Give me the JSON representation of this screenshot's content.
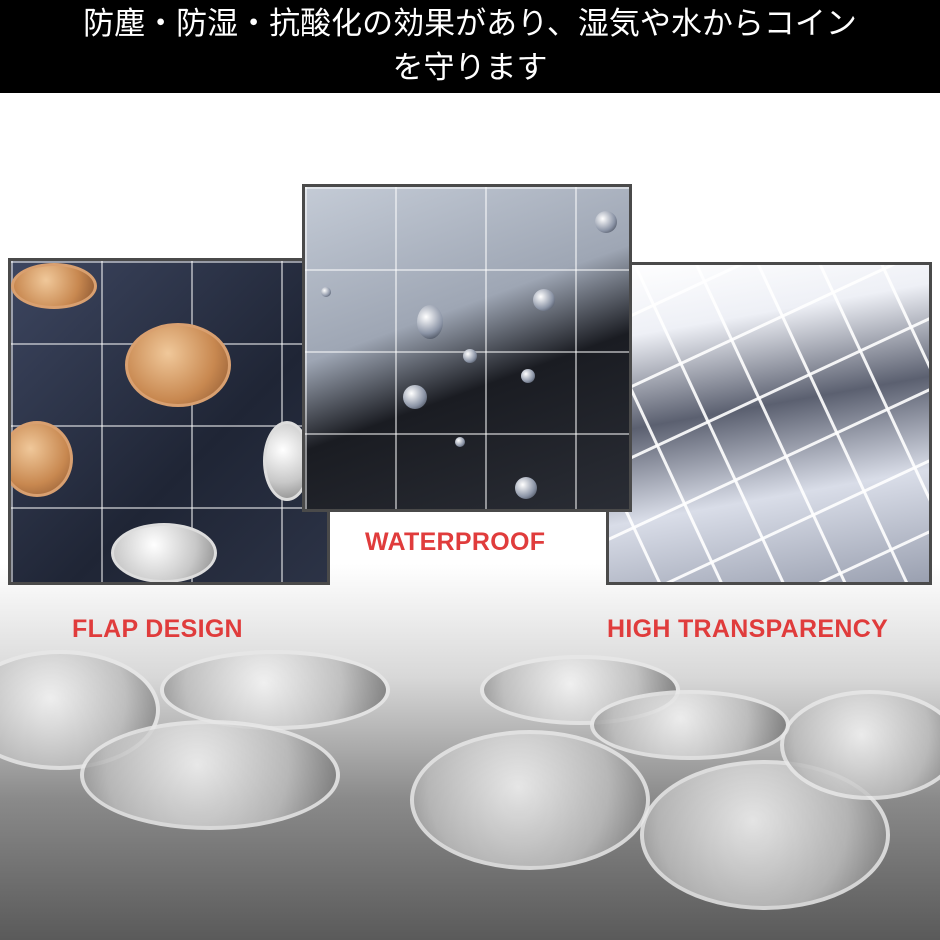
{
  "header": {
    "line1": "防塵・防湿・抗酸化の効果があり、湿気や水からコイン",
    "line2": "を守ります"
  },
  "labels": {
    "left": "FLAP DESIGN",
    "center": "WATERPROOF",
    "right": "HIGH TRANSPARENCY"
  },
  "colors": {
    "label": "#e03c3c",
    "header_bg": "#000000",
    "header_text": "#ffffff"
  }
}
